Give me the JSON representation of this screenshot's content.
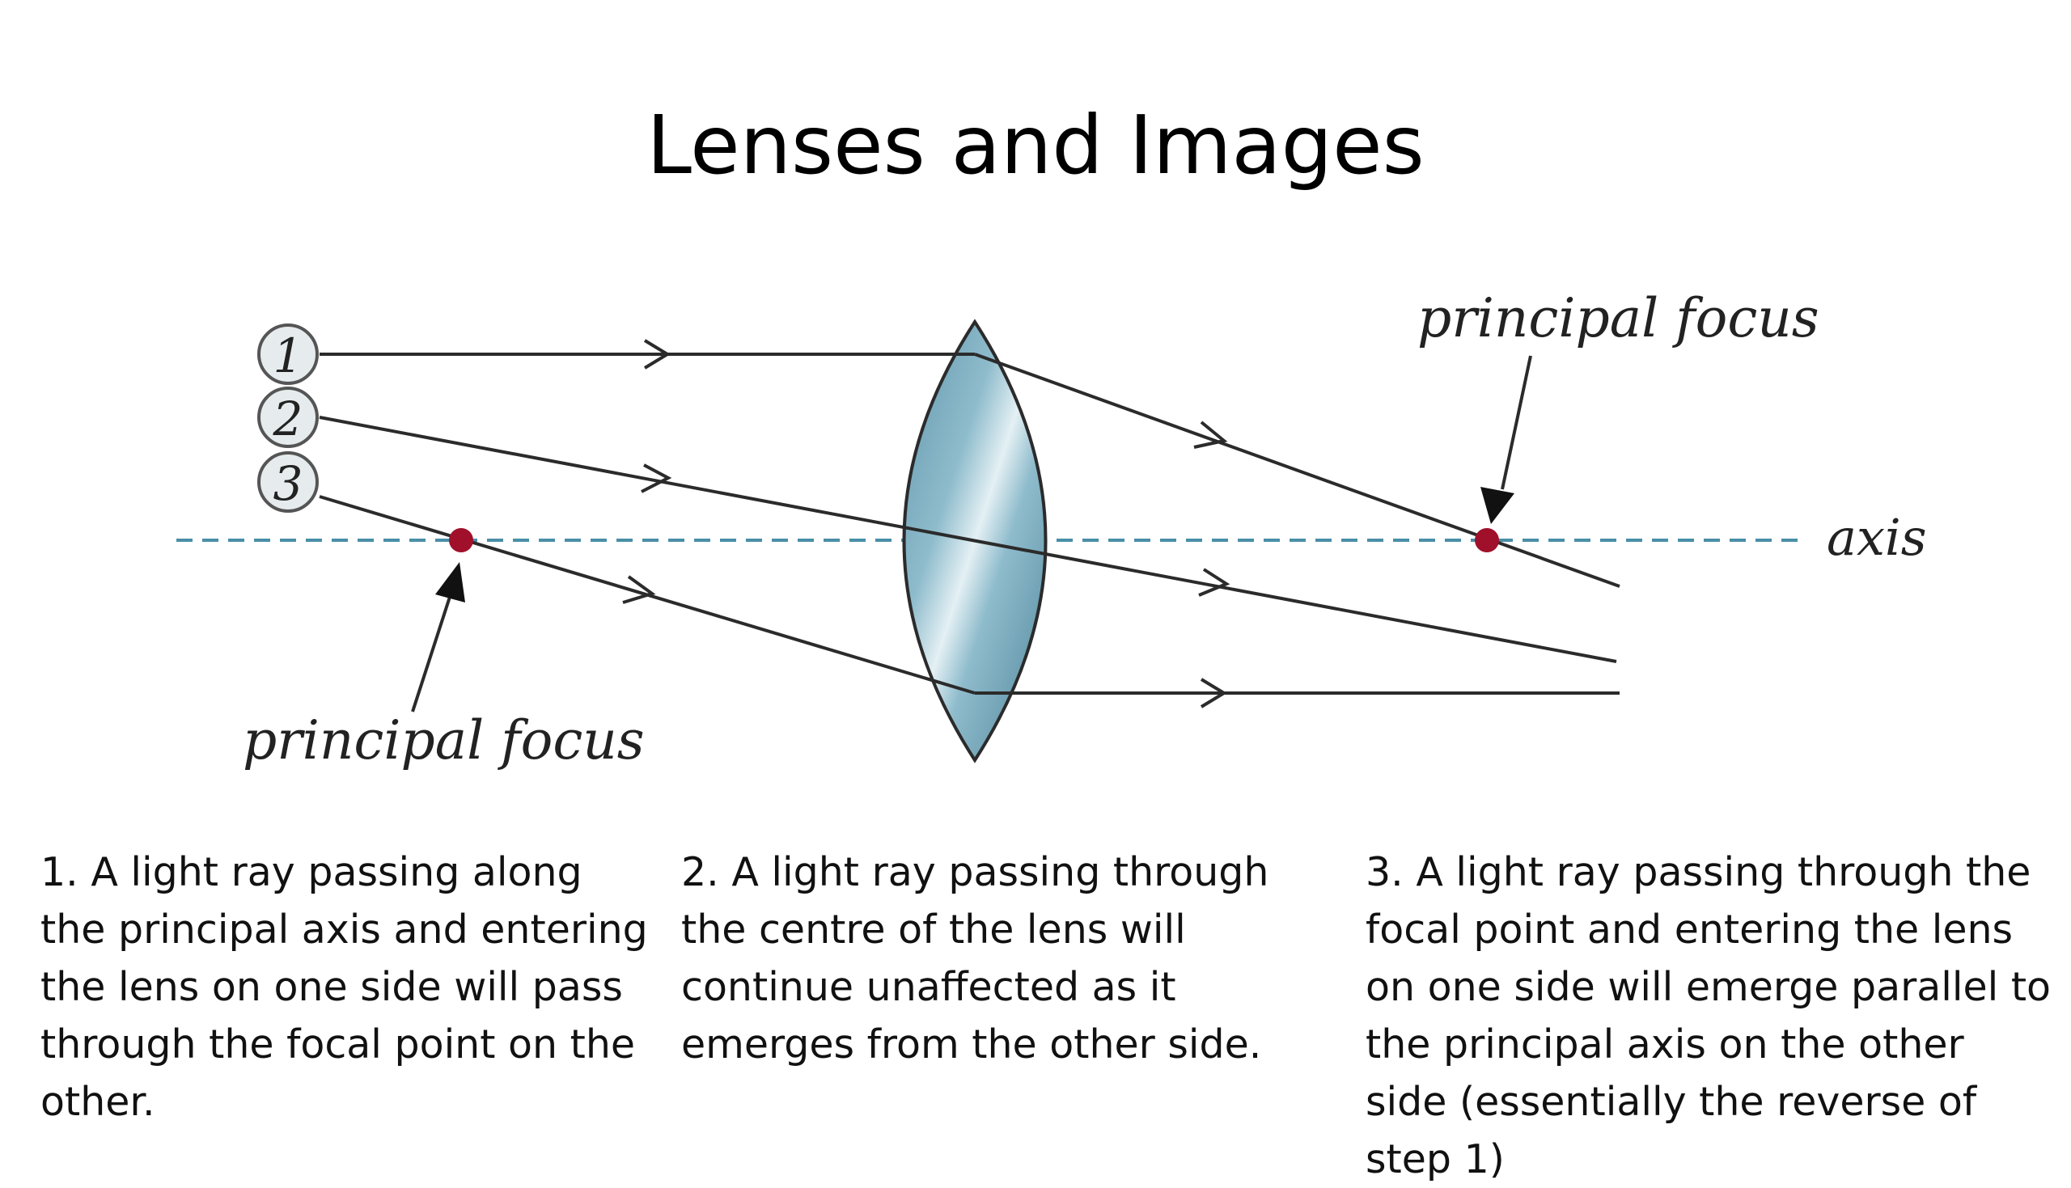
{
  "slide": {
    "title": "Lenses and Images"
  },
  "diagram": {
    "axis_label": "axis",
    "focus_label_left": "principal focus",
    "focus_label_right": "principal focus",
    "ray_numbers": [
      "1",
      "2",
      "3"
    ],
    "colors": {
      "axis": "#4a8fa8",
      "focus_point": "#a0102a",
      "lens_fill": "#7fb1c4",
      "ray": "#2b2b2b",
      "number_circle_fill": "#e6ecee"
    }
  },
  "captions": [
    {
      "text": "1. A light ray passing along the principal axis and entering the lens on one side will pass through the focal point on the other."
    },
    {
      "text": "2. A light ray passing through the centre of the lens will continue unaffected as it emerges from the other side."
    },
    {
      "text": "3. A light ray passing through the focal point and entering the lens on one side will emerge parallel to the principal axis on the other side (essentially the reverse of step 1)"
    }
  ]
}
